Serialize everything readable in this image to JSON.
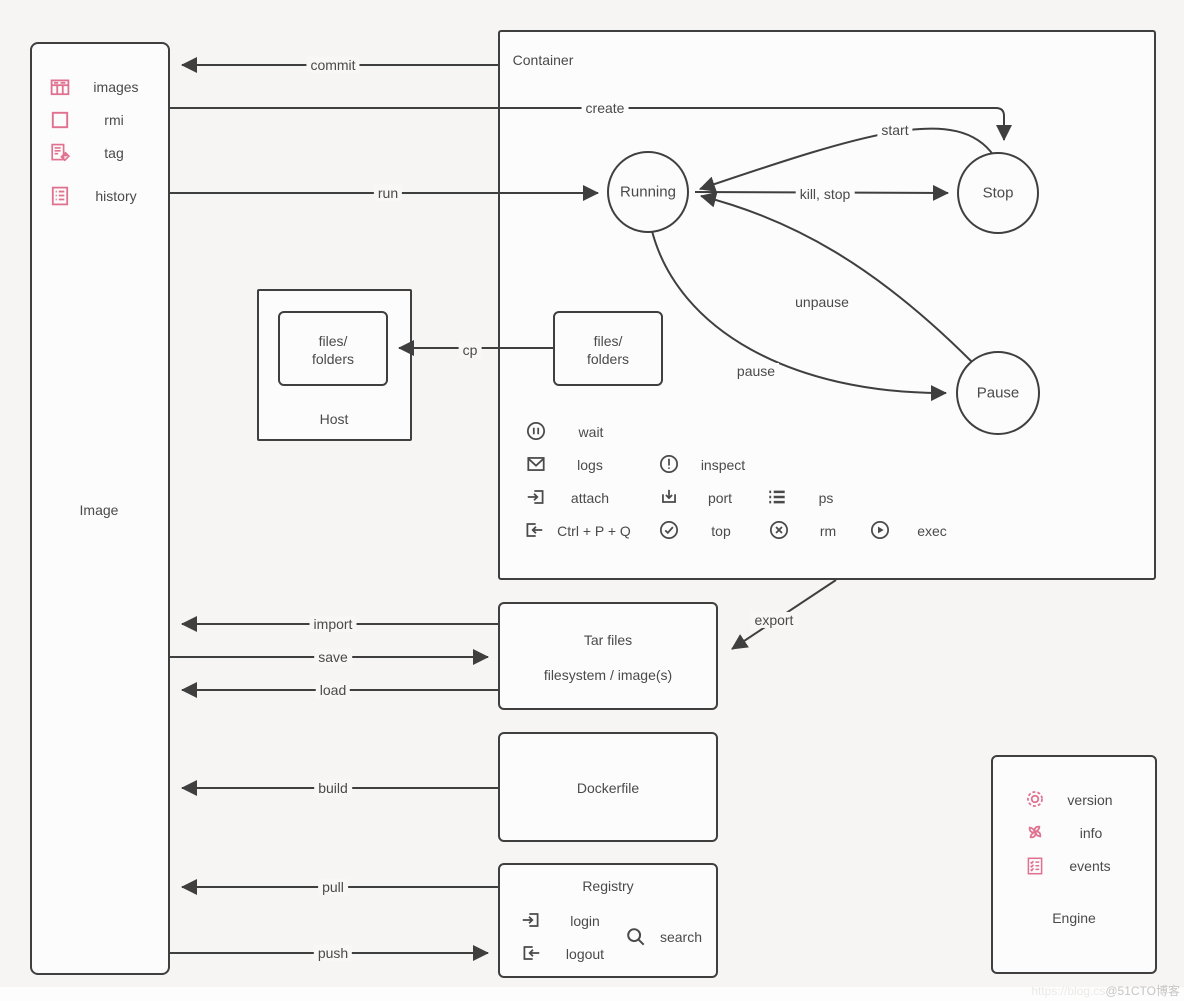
{
  "colors": {
    "accent_pink": "#e0718f",
    "line": "#3f3f3f",
    "text": "#4a4a4a",
    "panel_fill": "#fcfcfc",
    "background": "#f6f5f4"
  },
  "image_panel": {
    "title": "Image",
    "items": {
      "images": "images",
      "rmi": "rmi",
      "tag": "tag",
      "history": "history"
    }
  },
  "container": {
    "title": "Container",
    "states": {
      "running": "Running",
      "stop": "Stop",
      "pause": "Pause"
    },
    "files_box": {
      "line1": "files/",
      "line2": "folders"
    },
    "commands": {
      "wait": "wait",
      "logs": "logs",
      "attach": "attach",
      "detach": "Ctrl + P + Q",
      "inspect": "inspect",
      "port": "port",
      "top": "top",
      "ps": "ps",
      "rm": "rm",
      "exec": "exec"
    }
  },
  "host": {
    "title": "Host",
    "files_box": {
      "line1": "files/",
      "line2": "folders"
    }
  },
  "tar": {
    "title": "Tar files",
    "subtitle": "filesystem / image(s)"
  },
  "dockerfile": {
    "title": "Dockerfile"
  },
  "registry": {
    "title": "Registry",
    "commands": {
      "login": "login",
      "logout": "logout",
      "search": "search"
    }
  },
  "engine": {
    "title": "Engine",
    "commands": {
      "version": "version",
      "info": "info",
      "events": "events"
    }
  },
  "edges": {
    "commit": "commit",
    "create": "create",
    "run": "run",
    "start": "start",
    "kill_stop": "kill, stop",
    "unpause": "unpause",
    "pause": "pause",
    "cp": "cp",
    "export": "export",
    "import": "import",
    "save": "save",
    "load": "load",
    "build": "build",
    "pull": "pull",
    "push": "push"
  },
  "watermark": {
    "prefix": "https://blog.cs",
    "suffix": "@51CTO博客"
  }
}
